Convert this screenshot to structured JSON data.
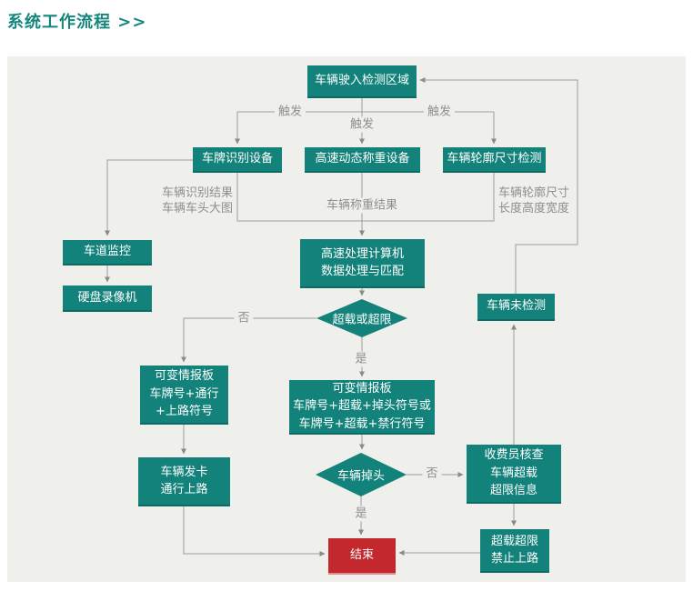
{
  "page": {
    "title": "系统工作流程 >>"
  },
  "colors": {
    "accent_teal": "#12827A",
    "end_red": "#C3282D",
    "connector_gray": "#9C9C9C",
    "edge_label_gray": "#8F8F8F",
    "panel_background": "#EFEFEC",
    "node_text": "#FFFFFF"
  },
  "flowchart": {
    "nodes": {
      "enter": {
        "label": "车辆驶入检测区域"
      },
      "plate": {
        "label": "车牌识别设备"
      },
      "weigh": {
        "label": "高速动态称重设备"
      },
      "contour": {
        "label": "车辆轮廓尺寸检测"
      },
      "lane_monitor": {
        "label": "车道监控"
      },
      "dvr": {
        "label": "硬盘录像机"
      },
      "computer": {
        "lines": [
          "高速处理计算机",
          "数据处理与匹配"
        ]
      },
      "overload_decision": {
        "label": "超载或超限"
      },
      "not_detected": {
        "label": "车辆未检测"
      },
      "vmb_pass": {
        "lines": [
          "可变情报板",
          "车牌号+通行",
          "+上路符号"
        ]
      },
      "vmb_overload": {
        "lines": [
          "可变情报板",
          "车牌号+超载+掉头符号或",
          "车牌号+超载+禁行符号"
        ]
      },
      "issue_card": {
        "lines": [
          "车辆发卡",
          "通行上路"
        ]
      },
      "uturn_decision": {
        "label": "车辆掉头"
      },
      "toll_check": {
        "lines": [
          "收费员核查",
          "车辆超载",
          "超限信息"
        ]
      },
      "end": {
        "label": "结束"
      },
      "ban": {
        "lines": [
          "超载超限",
          "禁止上路"
        ]
      }
    },
    "edge_labels": {
      "trigger_left": "触发",
      "trigger_center": "触发",
      "trigger_right": "触发",
      "plate_result": {
        "lines": [
          "车辆识别结果",
          "车辆车头大图"
        ]
      },
      "weigh_result": "车辆称重结果",
      "contour_result": {
        "lines": [
          "车辆轮廓尺寸",
          "长度高度宽度"
        ]
      },
      "overload_no": "否",
      "overload_yes": "是",
      "uturn_no": "否",
      "uturn_yes": "是"
    }
  }
}
